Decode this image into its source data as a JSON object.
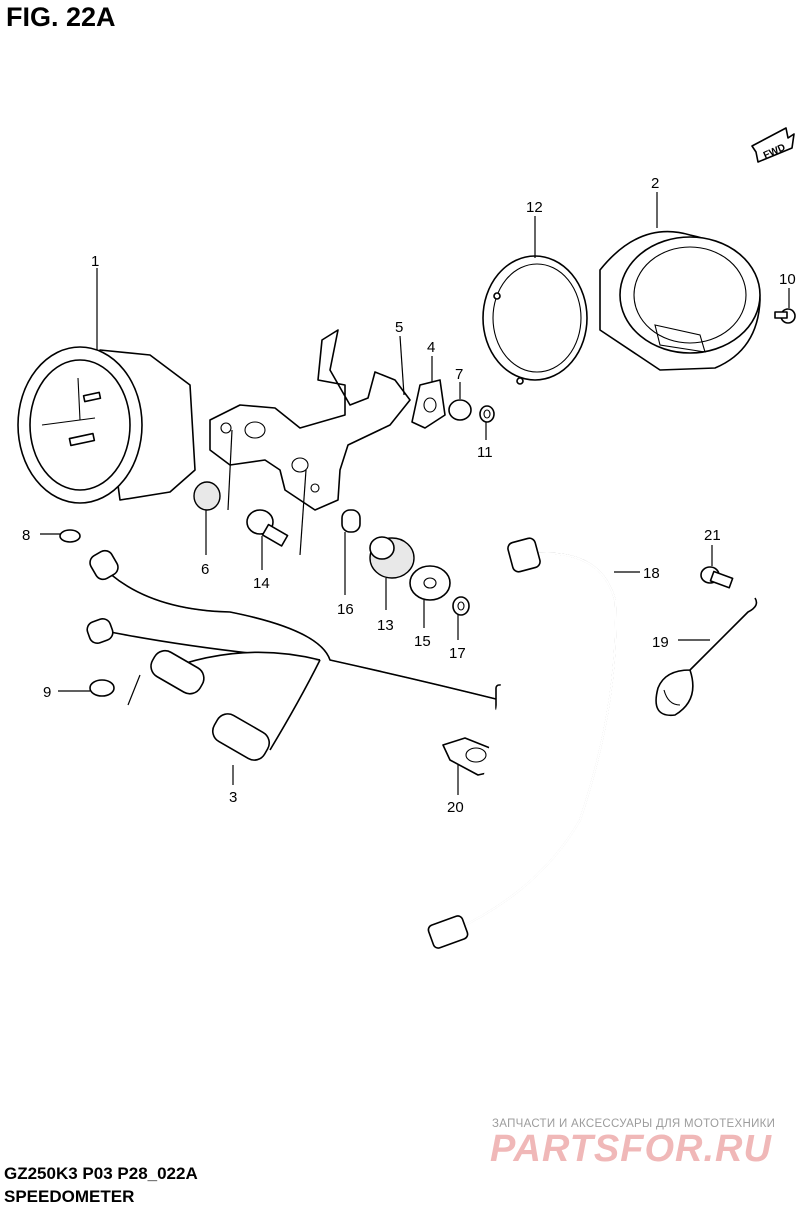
{
  "figure": {
    "title": "FIG. 22A",
    "code": "GZ250K3 P03 P28_022A",
    "name": "SPEEDOMETER",
    "direction_tag": "FWD"
  },
  "callouts": [
    {
      "id": "p1",
      "label": "1",
      "part": "speedometer-assembly"
    },
    {
      "id": "p2",
      "label": "2",
      "part": "case"
    },
    {
      "id": "p3",
      "label": "3",
      "part": "socket-harness"
    },
    {
      "id": "p4",
      "label": "4",
      "part": "clamp"
    },
    {
      "id": "p5",
      "label": "5",
      "part": "bracket"
    },
    {
      "id": "p6",
      "label": "6",
      "part": "cushion"
    },
    {
      "id": "p7",
      "label": "7",
      "part": "washer"
    },
    {
      "id": "p8",
      "label": "8",
      "part": "bulb"
    },
    {
      "id": "p9",
      "label": "9",
      "part": "bulb"
    },
    {
      "id": "p10",
      "label": "10",
      "part": "screw"
    },
    {
      "id": "p11",
      "label": "11",
      "part": "nut"
    },
    {
      "id": "p12",
      "label": "12",
      "part": "ring"
    },
    {
      "id": "p13",
      "label": "13",
      "part": "cushion"
    },
    {
      "id": "p14",
      "label": "14",
      "part": "bolt"
    },
    {
      "id": "p15",
      "label": "15",
      "part": "washer"
    },
    {
      "id": "p16",
      "label": "16",
      "part": "spacer"
    },
    {
      "id": "p17",
      "label": "17",
      "part": "nut"
    },
    {
      "id": "p18",
      "label": "18",
      "part": "speedometer-cable"
    },
    {
      "id": "p19",
      "label": "19",
      "part": "clamp-spring"
    },
    {
      "id": "p20",
      "label": "20",
      "part": "clamp"
    },
    {
      "id": "p21",
      "label": "21",
      "part": "bolt"
    }
  ],
  "watermark": {
    "text": "ЗАПЧАСТИ И АКСЕССУАРЫ ДЛЯ МОТОТЕХНИКИ",
    "logo": "PARTSFOR.RU"
  }
}
